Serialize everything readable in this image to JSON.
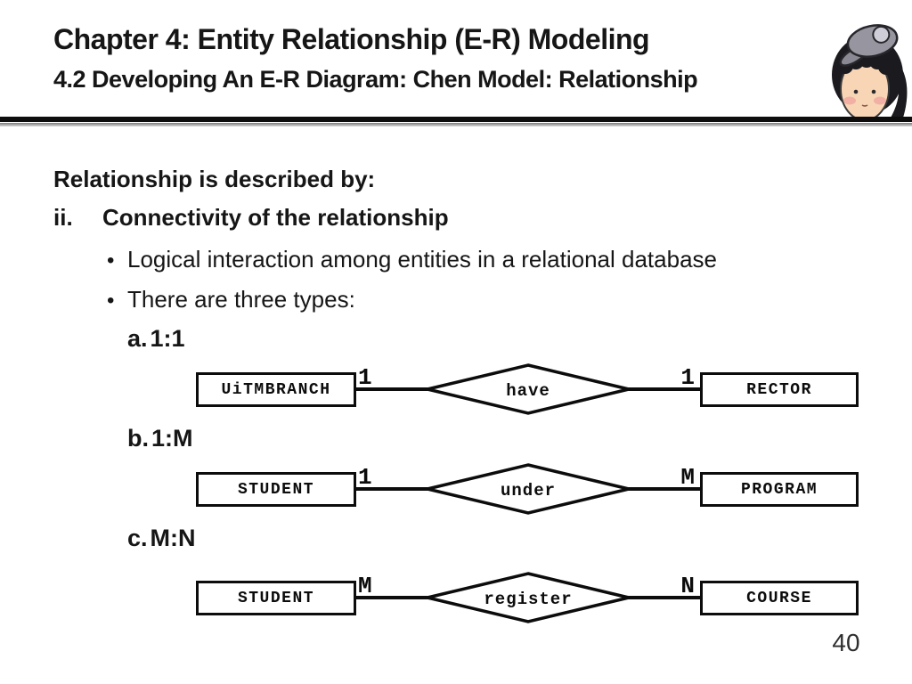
{
  "header": {
    "title": "Chapter 4: Entity Relationship (E-R) Modeling",
    "subtitle": "4.2 Developing An E-R Diagram: Chen Model: Relationship"
  },
  "body": {
    "intro": "Relationship is described by:",
    "list_marker": "ii.",
    "list_item": "Connectivity of the relationship",
    "bullet_char": "•",
    "bullets": [
      "Logical interaction among entities in a relational database",
      "There are three types:"
    ]
  },
  "diagrams": [
    {
      "label_letter": "a.",
      "label_ratio": "1:1",
      "left_entity": "UiTMBRANCH",
      "left_cardinality": "1",
      "relationship": "have",
      "right_cardinality": "1",
      "right_entity": "RECTOR"
    },
    {
      "label_letter": "b.",
      "label_ratio": "1:M",
      "left_entity": "STUDENT",
      "left_cardinality": "1",
      "relationship": "under",
      "right_cardinality": "M",
      "right_entity": "PROGRAM"
    },
    {
      "label_letter": "c.",
      "label_ratio": "M:N",
      "left_entity": "STUDENT",
      "left_cardinality": "M",
      "relationship": "register",
      "right_cardinality": "N",
      "right_entity": "COURSE"
    }
  ],
  "page_number": "40",
  "icons": {
    "mascot": "kid-with-gray-cap"
  },
  "colors": {
    "line": "#0c0c0c",
    "text": "#161616",
    "hair": "#1a1a1f",
    "face": "#f8d5b5",
    "blush": "#f0a9a0",
    "cap": "#97959f",
    "cap_button": "#cfcdd8"
  }
}
